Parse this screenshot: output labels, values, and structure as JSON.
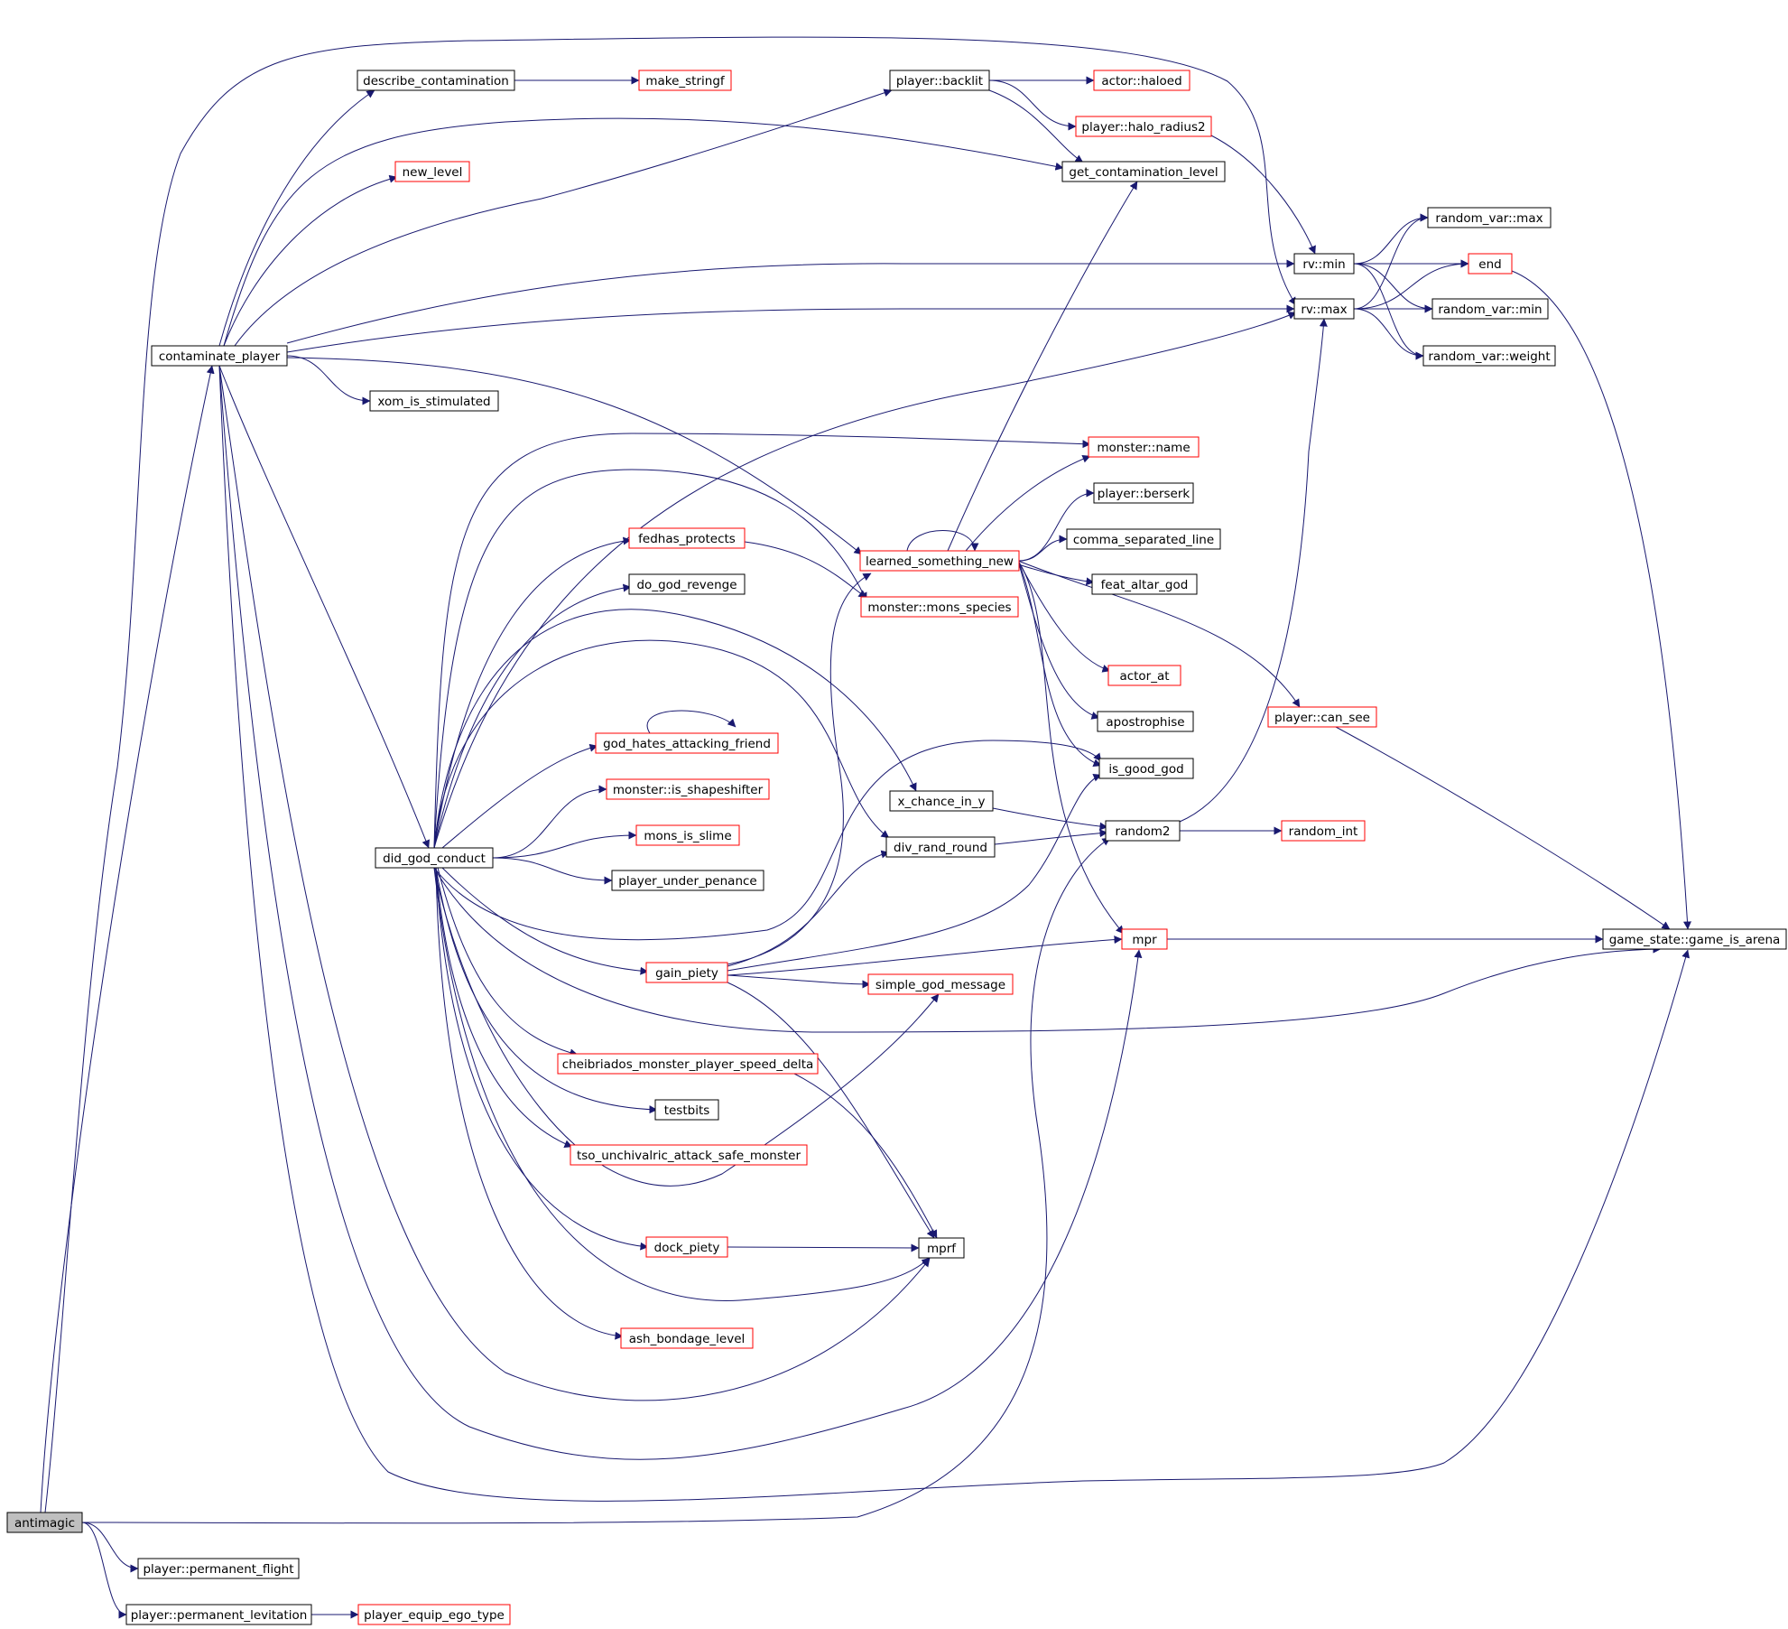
{
  "diagram": {
    "type": "call-graph",
    "focus_node": "antimagic",
    "colors": {
      "edge": "#191970",
      "node_border_normal": "#000000",
      "node_border_truncated": "#ff0000",
      "focus_fill": "#bfbfbf",
      "node_fill": "#ffffff"
    },
    "nodes": [
      {
        "id": "antimagic",
        "label": "antimagic",
        "style": "focus"
      },
      {
        "id": "contaminate_player",
        "label": "contaminate_player",
        "style": "normal"
      },
      {
        "id": "describe_contamination",
        "label": "describe_contamination",
        "style": "normal"
      },
      {
        "id": "make_stringf",
        "label": "make_stringf",
        "style": "truncated"
      },
      {
        "id": "new_level",
        "label": "new_level",
        "style": "truncated"
      },
      {
        "id": "xom_is_stimulated",
        "label": "xom_is_stimulated",
        "style": "normal"
      },
      {
        "id": "did_god_conduct",
        "label": "did_god_conduct",
        "style": "normal"
      },
      {
        "id": "player_permanent_flight",
        "label": "player::permanent_flight",
        "style": "normal"
      },
      {
        "id": "player_permanent_levitation",
        "label": "player::permanent_levitation",
        "style": "normal"
      },
      {
        "id": "player_equip_ego_type",
        "label": "player_equip_ego_type",
        "style": "truncated"
      },
      {
        "id": "fedhas_protects",
        "label": "fedhas_protects",
        "style": "truncated"
      },
      {
        "id": "do_god_revenge",
        "label": "do_god_revenge",
        "style": "normal"
      },
      {
        "id": "god_hates_attacking_friend",
        "label": "god_hates_attacking_friend",
        "style": "truncated"
      },
      {
        "id": "monster_is_shapeshifter",
        "label": "monster::is_shapeshifter",
        "style": "truncated"
      },
      {
        "id": "mons_is_slime",
        "label": "mons_is_slime",
        "style": "truncated"
      },
      {
        "id": "player_under_penance",
        "label": "player_under_penance",
        "style": "normal"
      },
      {
        "id": "gain_piety",
        "label": "gain_piety",
        "style": "truncated"
      },
      {
        "id": "cheibriados_monster_player_speed_delta",
        "label": "cheibriados_monster_player_speed_delta",
        "style": "truncated"
      },
      {
        "id": "testbits",
        "label": "testbits",
        "style": "normal"
      },
      {
        "id": "tso_unchivalric_attack_safe_monster",
        "label": "tso_unchivalric_attack_safe_monster",
        "style": "truncated"
      },
      {
        "id": "dock_piety",
        "label": "dock_piety",
        "style": "truncated"
      },
      {
        "id": "ash_bondage_level",
        "label": "ash_bondage_level",
        "style": "truncated"
      },
      {
        "id": "player_backlit",
        "label": "player::backlit",
        "style": "normal"
      },
      {
        "id": "learned_something_new",
        "label": "learned_something_new",
        "style": "truncated"
      },
      {
        "id": "monster_mons_species",
        "label": "monster::mons_species",
        "style": "truncated"
      },
      {
        "id": "x_chance_in_y",
        "label": "x_chance_in_y",
        "style": "normal"
      },
      {
        "id": "div_rand_round",
        "label": "div_rand_round",
        "style": "normal"
      },
      {
        "id": "simple_god_message",
        "label": "simple_god_message",
        "style": "truncated"
      },
      {
        "id": "mprf",
        "label": "mprf",
        "style": "normal"
      },
      {
        "id": "actor_haloed",
        "label": "actor::haloed",
        "style": "truncated"
      },
      {
        "id": "player_halo_radius2",
        "label": "player::halo_radius2",
        "style": "truncated"
      },
      {
        "id": "get_contamination_level",
        "label": "get_contamination_level",
        "style": "normal"
      },
      {
        "id": "monster_name",
        "label": "monster::name",
        "style": "truncated"
      },
      {
        "id": "player_berserk",
        "label": "player::berserk",
        "style": "normal"
      },
      {
        "id": "comma_separated_line",
        "label": "comma_separated_line",
        "style": "normal"
      },
      {
        "id": "feat_altar_god",
        "label": "feat_altar_god",
        "style": "normal"
      },
      {
        "id": "actor_at",
        "label": "actor_at",
        "style": "truncated"
      },
      {
        "id": "apostrophise",
        "label": "apostrophise",
        "style": "normal"
      },
      {
        "id": "is_good_god",
        "label": "is_good_god",
        "style": "normal"
      },
      {
        "id": "random2",
        "label": "random2",
        "style": "normal"
      },
      {
        "id": "mpr",
        "label": "mpr",
        "style": "truncated"
      },
      {
        "id": "rv_min",
        "label": "rv::min",
        "style": "normal"
      },
      {
        "id": "rv_max",
        "label": "rv::max",
        "style": "normal"
      },
      {
        "id": "player_can_see",
        "label": "player::can_see",
        "style": "truncated"
      },
      {
        "id": "random_int",
        "label": "random_int",
        "style": "truncated"
      },
      {
        "id": "random_var_max",
        "label": "random_var::max",
        "style": "normal"
      },
      {
        "id": "end",
        "label": "end",
        "style": "truncated"
      },
      {
        "id": "random_var_min",
        "label": "random_var::min",
        "style": "normal"
      },
      {
        "id": "random_var_weight",
        "label": "random_var::weight",
        "style": "normal"
      },
      {
        "id": "game_state_game_is_arena",
        "label": "game_state::game_is_arena",
        "style": "normal"
      }
    ],
    "edges": [
      [
        "antimagic",
        "contaminate_player"
      ],
      [
        "antimagic",
        "rv_max"
      ],
      [
        "antimagic",
        "random2"
      ],
      [
        "antimagic",
        "player_permanent_flight"
      ],
      [
        "antimagic",
        "player_permanent_levitation"
      ],
      [
        "player_permanent_levitation",
        "player_equip_ego_type"
      ],
      [
        "contaminate_player",
        "describe_contamination"
      ],
      [
        "contaminate_player",
        "new_level"
      ],
      [
        "contaminate_player",
        "xom_is_stimulated"
      ],
      [
        "contaminate_player",
        "did_god_conduct"
      ],
      [
        "contaminate_player",
        "player_backlit"
      ],
      [
        "contaminate_player",
        "get_contamination_level"
      ],
      [
        "contaminate_player",
        "rv_min"
      ],
      [
        "contaminate_player",
        "rv_max"
      ],
      [
        "contaminate_player",
        "learned_something_new"
      ],
      [
        "contaminate_player",
        "mpr"
      ],
      [
        "contaminate_player",
        "mprf"
      ],
      [
        "contaminate_player",
        "game_state_game_is_arena"
      ],
      [
        "describe_contamination",
        "make_stringf"
      ],
      [
        "player_backlit",
        "actor_haloed"
      ],
      [
        "player_backlit",
        "player_halo_radius2"
      ],
      [
        "player_backlit",
        "get_contamination_level"
      ],
      [
        "player_halo_radius2",
        "rv_min"
      ],
      [
        "did_god_conduct",
        "fedhas_protects"
      ],
      [
        "did_god_conduct",
        "do_god_revenge"
      ],
      [
        "did_god_conduct",
        "god_hates_attacking_friend"
      ],
      [
        "did_god_conduct",
        "monster_is_shapeshifter"
      ],
      [
        "did_god_conduct",
        "mons_is_slime"
      ],
      [
        "did_god_conduct",
        "player_under_penance"
      ],
      [
        "did_god_conduct",
        "gain_piety"
      ],
      [
        "did_god_conduct",
        "cheibriados_monster_player_speed_delta"
      ],
      [
        "did_god_conduct",
        "testbits"
      ],
      [
        "did_god_conduct",
        "tso_unchivalric_attack_safe_monster"
      ],
      [
        "did_god_conduct",
        "dock_piety"
      ],
      [
        "did_god_conduct",
        "ash_bondage_level"
      ],
      [
        "did_god_conduct",
        "monster_name"
      ],
      [
        "did_god_conduct",
        "monster_mons_species"
      ],
      [
        "did_god_conduct",
        "x_chance_in_y"
      ],
      [
        "did_god_conduct",
        "div_rand_round"
      ],
      [
        "did_god_conduct",
        "is_good_god"
      ],
      [
        "did_god_conduct",
        "simple_god_message"
      ],
      [
        "did_god_conduct",
        "mprf"
      ],
      [
        "did_god_conduct",
        "game_state_game_is_arena"
      ],
      [
        "did_god_conduct",
        "rv_max"
      ],
      [
        "god_hates_attacking_friend",
        "god_hates_attacking_friend"
      ],
      [
        "fedhas_protects",
        "monster_mons_species"
      ],
      [
        "gain_piety",
        "learned_something_new"
      ],
      [
        "gain_piety",
        "div_rand_round"
      ],
      [
        "gain_piety",
        "is_good_god"
      ],
      [
        "gain_piety",
        "simple_god_message"
      ],
      [
        "gain_piety",
        "mpr"
      ],
      [
        "gain_piety",
        "mprf"
      ],
      [
        "cheibriados_monster_player_speed_delta",
        "mprf"
      ],
      [
        "dock_piety",
        "mprf"
      ],
      [
        "learned_something_new",
        "learned_something_new"
      ],
      [
        "learned_something_new",
        "get_contamination_level"
      ],
      [
        "learned_something_new",
        "monster_name"
      ],
      [
        "learned_something_new",
        "player_berserk"
      ],
      [
        "learned_something_new",
        "comma_separated_line"
      ],
      [
        "learned_something_new",
        "feat_altar_god"
      ],
      [
        "learned_something_new",
        "actor_at"
      ],
      [
        "learned_something_new",
        "apostrophise"
      ],
      [
        "learned_something_new",
        "is_good_god"
      ],
      [
        "learned_something_new",
        "mpr"
      ],
      [
        "learned_something_new",
        "player_can_see"
      ],
      [
        "x_chance_in_y",
        "random2"
      ],
      [
        "div_rand_round",
        "random2"
      ],
      [
        "random2",
        "random_int"
      ],
      [
        "random2",
        "rv_max"
      ],
      [
        "rv_min",
        "random_var_max"
      ],
      [
        "rv_min",
        "end"
      ],
      [
        "rv_min",
        "random_var_min"
      ],
      [
        "rv_min",
        "random_var_weight"
      ],
      [
        "rv_max",
        "random_var_max"
      ],
      [
        "rv_max",
        "end"
      ],
      [
        "rv_max",
        "random_var_min"
      ],
      [
        "rv_max",
        "random_var_weight"
      ],
      [
        "end",
        "game_state_game_is_arena"
      ],
      [
        "player_can_see",
        "game_state_game_is_arena"
      ],
      [
        "mpr",
        "game_state_game_is_arena"
      ]
    ]
  }
}
